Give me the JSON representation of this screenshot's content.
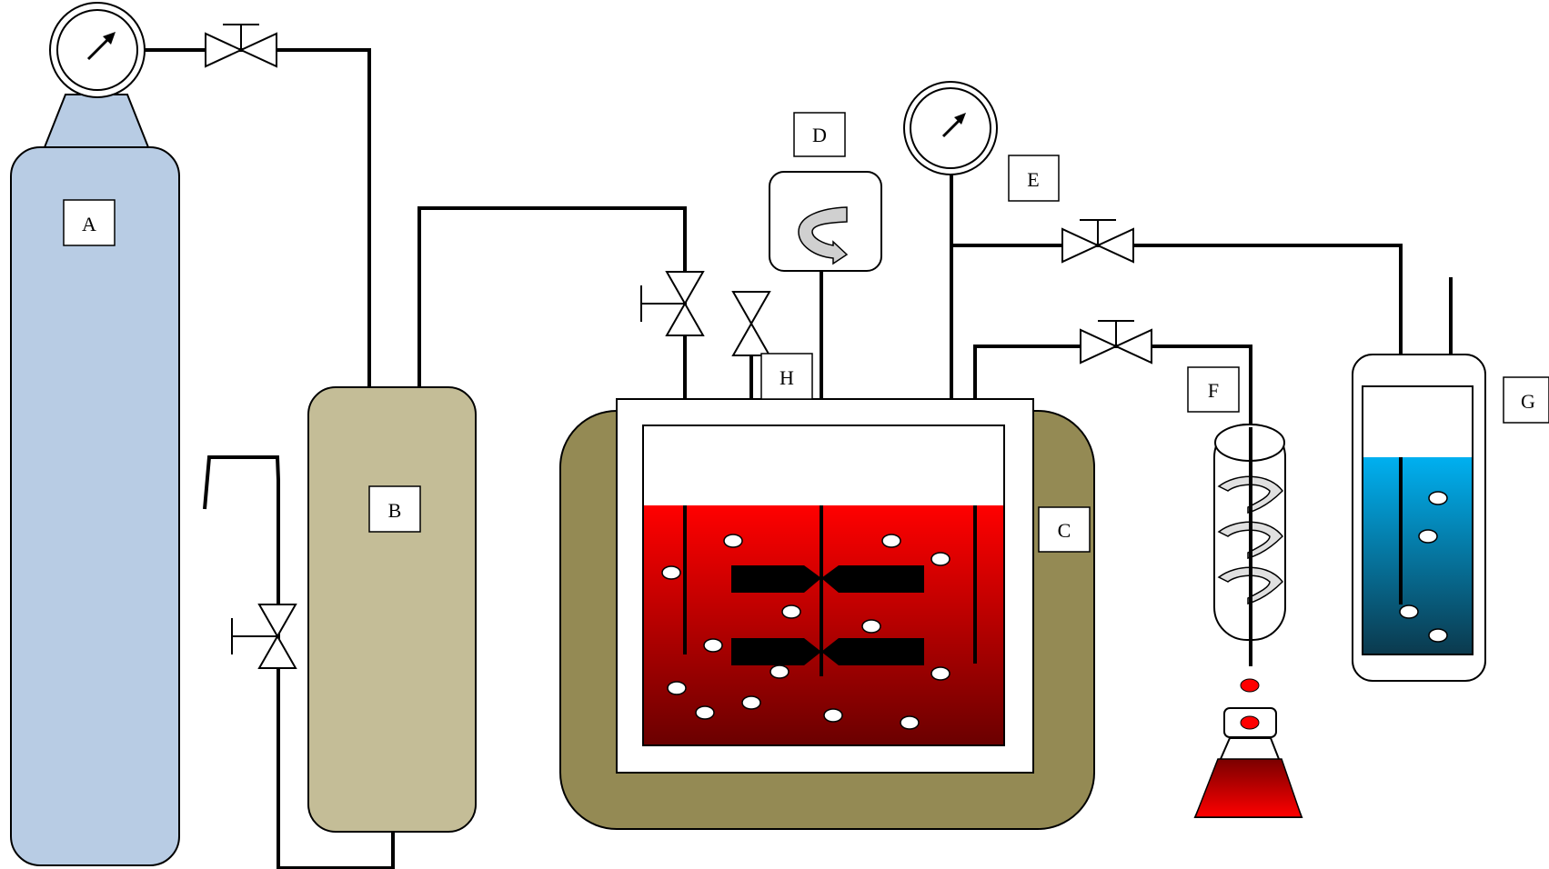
{
  "labels": {
    "A": "A",
    "B": "B",
    "C": "C",
    "D": "D",
    "E": "E",
    "F": "F",
    "G": "G",
    "H": "H"
  },
  "colors": {
    "cylinder": "#b8cce4",
    "vessel_b": "#c4bd97",
    "jacket": "#948a54",
    "liquid_top": "#ff0000",
    "liquid_bottom": "#6b0000",
    "trap_top": "#00b0f0",
    "trap_bottom": "#0b3a4e",
    "pipe": "#000000"
  },
  "icons": {
    "gauge": "pressure-gauge-icon",
    "valve": "valve-icon",
    "motor": "rotation-arrow-icon",
    "condenser": "coil-condenser-icon",
    "flask": "collection-flask-icon"
  }
}
